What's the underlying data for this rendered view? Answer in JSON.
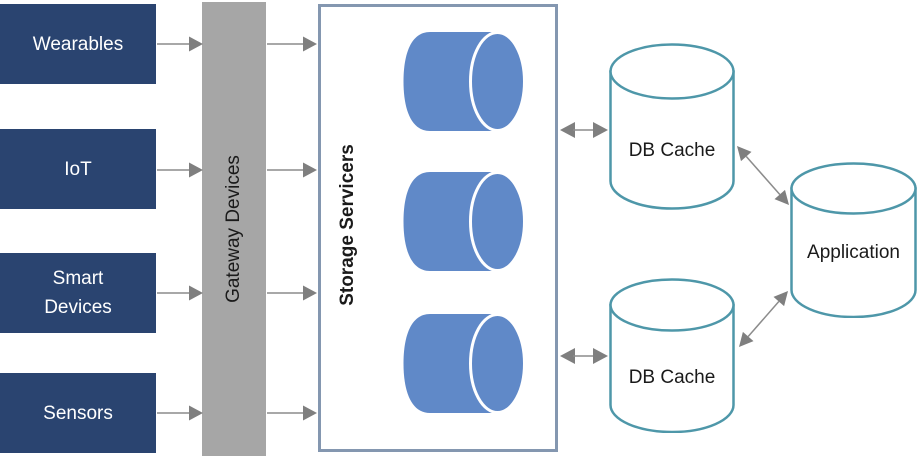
{
  "diagram": {
    "sources": [
      {
        "label": "Wearables"
      },
      {
        "label": "IoT"
      },
      {
        "label": "Smart Devices"
      },
      {
        "label": "Sensors"
      }
    ],
    "gateway": {
      "label": "Gateway Devices"
    },
    "storage": {
      "label": "Storage Servicers",
      "cylinder_count": 3
    },
    "caches": [
      {
        "label": "DB Cache"
      },
      {
        "label": "DB Cache"
      }
    ],
    "application": {
      "label": "Application"
    },
    "colors": {
      "source_box_fill": "#2a4470",
      "source_box_text": "#ffffff",
      "gateway_fill": "#a6a6a6",
      "storage_border": "#8497b0",
      "storage_cylinder_fill": "#6089c8",
      "cache_outline": "#4e97a9",
      "arrow_gray": "#7f7f7f",
      "label_text": "#1a1a1a"
    }
  }
}
